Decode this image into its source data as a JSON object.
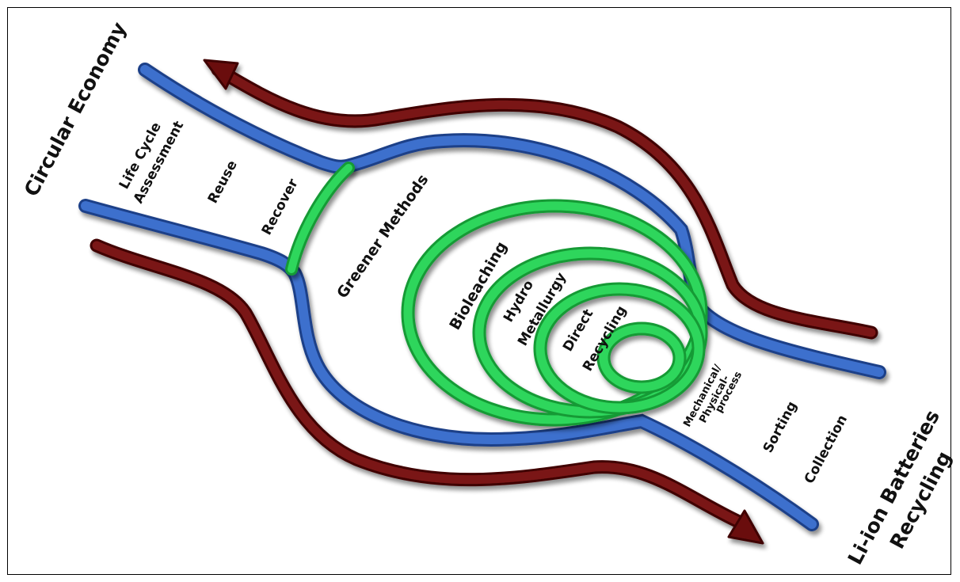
{
  "labels": {
    "circular_economy": "Circular Economy",
    "life_cycle_1": "Life Cycle",
    "life_cycle_2": "Assessment",
    "reuse": "Reuse",
    "recover": "Recover",
    "greener_methods": "Greener Methods",
    "bioleaching": "Bioleaching",
    "hydro_1": "Hydro",
    "hydro_2": "Metallurgy",
    "direct_1": "Direct",
    "direct_2": "Recycling",
    "mech_1": "Mechanical/",
    "mech_2": "Physical-",
    "mech_3": "process",
    "sorting": "Sorting",
    "collection": "Collection",
    "liion_1": "Li-ion Batteries",
    "liion_2": "Recycling"
  },
  "colors": {
    "blue": "#3d6fcd",
    "blue_dark": "#1f3f88",
    "green": "#2fd65c",
    "green_dark": "#129a35",
    "maroon": "#7a1414",
    "maroon_dark": "#3f0606"
  }
}
